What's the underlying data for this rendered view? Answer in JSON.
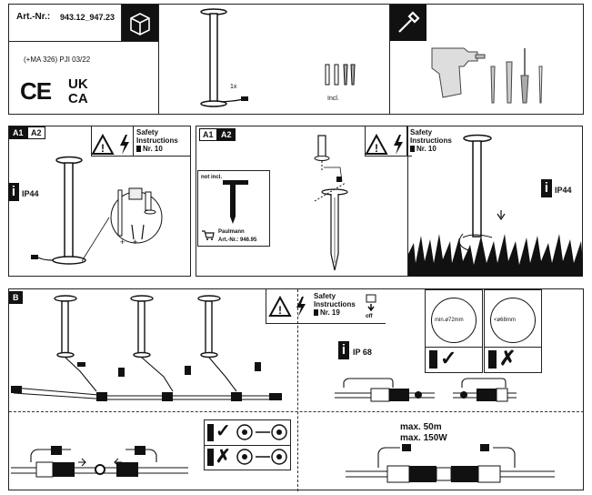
{
  "cover": {
    "art_label": "Art.-Nr.:",
    "art_numbers": "943.12_947.23",
    "reference": "(+MA 326) PJI 03/22",
    "quantity": "1x",
    "incl": "Incl.",
    "marks": {
      "ce": "CE",
      "ukca_top": "UK",
      "ukca_bottom": "CA"
    }
  },
  "panel_a1": {
    "tag_a1": "A1",
    "tag_a2": "A2",
    "safety": {
      "line1": "Safety",
      "line2": "Instructions",
      "nr": "Nr. 10"
    },
    "ip": "IP44"
  },
  "panel_a2": {
    "tag_a1": "A1",
    "tag_a2": "A2",
    "not_incl": "not incl.",
    "brand": "Paulmann",
    "art": "Art.-Nr.: 946.95",
    "safety": {
      "line1": "Safety",
      "line2": "Instructions",
      "nr": "Nr. 10"
    },
    "ip": "IP44"
  },
  "panel_b": {
    "tag": "B",
    "safety": {
      "line1": "Safety",
      "line2": "Instructions",
      "nr": "Nr. 19"
    },
    "off": "off",
    "ip": "IP 68",
    "min_d": "min.ø72mm",
    "max_d": "<ø68mm",
    "max_len": "max. 50m",
    "max_w": "max. 150W"
  },
  "colors": {
    "ink": "#111111",
    "stripe": "#8a8a8a"
  }
}
